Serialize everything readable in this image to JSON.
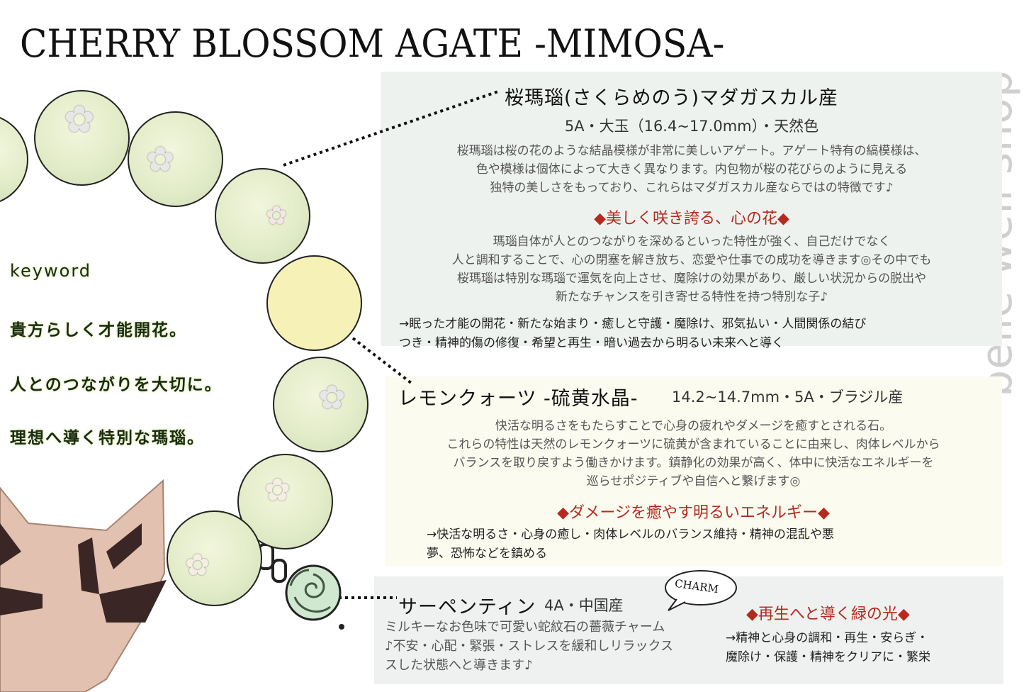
{
  "title": "CHERRY BLOSSOM AGATE -MIMOSA-",
  "brand_vertical": "belle well shop",
  "keywords": {
    "heading": "keyword",
    "lines": [
      "貴方らしく才能開花。",
      "人とのつながりを大切に。",
      "理想へ導く特別な瑪瑙。"
    ]
  },
  "sakura": {
    "name": "桜瑪瑙(さくらめのう)マダガスカル産",
    "spec": "5A・大玉（16.4~17.0mm）・天然色",
    "desc": [
      "桜瑪瑙は桜の花のような結晶模様が非常に美しいアゲート。アゲート特有の縞模様は、",
      "色や模様は個体によって大きく異なります。内包物が桜の花びらのように見える",
      "独特の美しさをもっており、これらはマダガスカル産ならではの特徴です♪"
    ],
    "highlight": "◆美しく咲き誇る、心の花◆",
    "desc2": [
      "瑪瑙自体が人とのつながりを深めるといった特性が強く、自己だけでなく",
      "人と調和することで、心の閉塞を解き放ち、恋愛や仕事での成功を導きます◎その中でも",
      "桜瑪瑙は特別な瑪瑙で運気を向上させ、魔除けの効果があり、厳しい状況からの脱出や",
      "新たなチャンスを引き寄せる特性を持つ特別な子♪"
    ],
    "effects": [
      "→眠った才能の開花・新たな始まり・癒しと守護・魔除け、邪気払い・人間関係の結び",
      "つき・精神的傷の修復・希望と再生・暗い過去から明るい未来へと導く"
    ]
  },
  "lemon": {
    "name": "レモンクォーツ -硫黄水晶-",
    "spec": "14.2~14.7mm・5A・ブラジル産",
    "desc": [
      "快活な明るさをもたらすことで心身の疲れやダメージを癒すとされる石。",
      "これらの特性は天然のレモンクォーツに硫黄が含まれていることに由来し、肉体レベルから",
      "バランスを取り戻すよう働きかけます。鎮静化の効果が高く、体中に快活なエネルギーを",
      "巡らせポジティブや自信へと繋げます◎"
    ],
    "highlight": "◆ダメージを癒やす明るいエネルギー◆",
    "effects": [
      "→快活な明るさ・心身の癒し・肉体レベルのバランス維持・精神の混乱や悪",
      "夢、恐怖などを鎮める"
    ]
  },
  "serpentine": {
    "name": "サーペンティン",
    "spec": "4A・中国産",
    "desc": [
      "ミルキーなお色味で可愛い蛇紋石の薔薇チャーム",
      "♪不安・心配・緊張・ストレスを緩和しリラックス",
      "スした状態へと導きます♪"
    ],
    "charm_label": "CHARM",
    "highlight": "◆再生へと導く緑の光◆",
    "effects": [
      "→精神と心身の調和・再生・安らぎ・",
      "魔除け・保護・精神をクリアに・繁栄"
    ]
  },
  "colors": {
    "accent_red": "#b52a1e",
    "panel_green": "#eef2ef",
    "panel_cream": "#fbfbef",
    "bead_yellow": "#f6f1b7"
  }
}
